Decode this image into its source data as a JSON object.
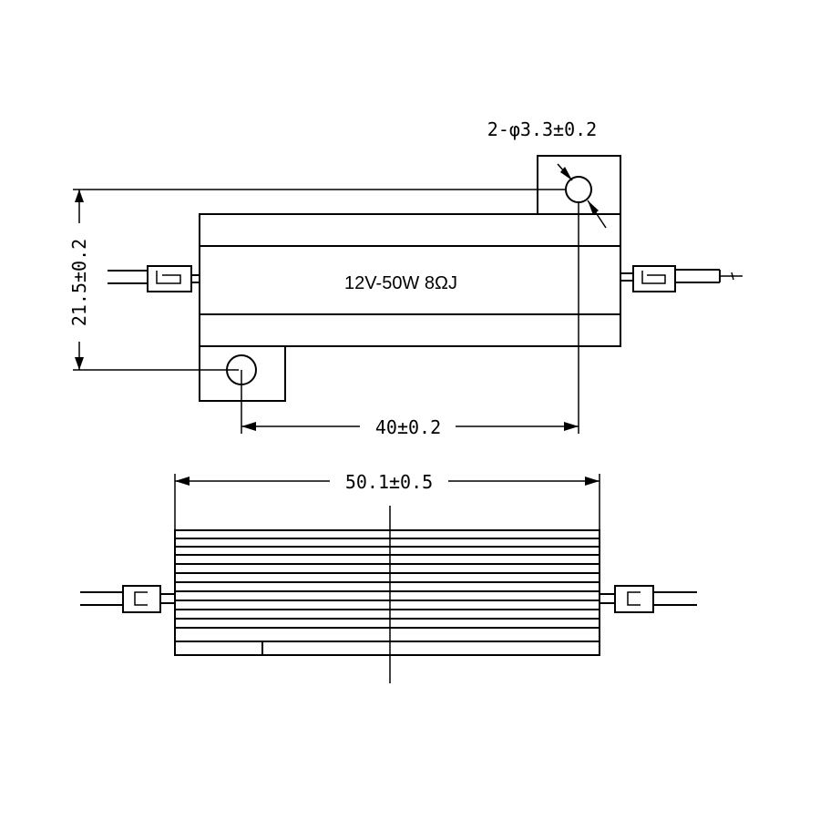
{
  "top_view": {
    "body_label": "12V-50W 8ΩJ"
  },
  "dimensions": {
    "hole_diameter": "2-φ3.3±0.2",
    "height": "21.5±0.2",
    "hole_spacing": "40±0.2",
    "length": "50.1±0.5"
  }
}
